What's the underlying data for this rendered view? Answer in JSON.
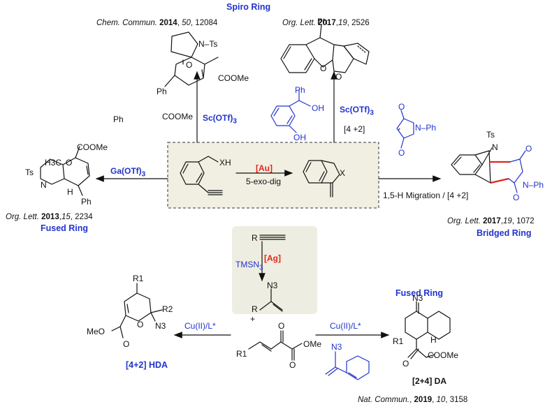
{
  "headings": {
    "spiro": "Spiro Ring",
    "fused_left": "Fused Ring",
    "bridged": "Bridged Ring",
    "fused_right": "Fused Ring",
    "hda": "[4+2] HDA",
    "da": "[2+4] DA"
  },
  "refs": {
    "spiro_left": {
      "journal": "Chem. Commun.",
      "year": "2014",
      "volume": "50",
      "page": "12084"
    },
    "spiro_right": {
      "journal": "Org. Lett.",
      "year": "2017",
      "volume": "19",
      "page": "2526"
    },
    "fused_left": {
      "journal": "Org. Lett.",
      "year": "2013",
      "volume": "15",
      "page": "2234"
    },
    "bridged": {
      "journal": "Org. Lett.",
      "year": "2017",
      "volume": "19",
      "page": "1072"
    },
    "bottom": {
      "journal": "Nat. Commun.",
      "year": "2019",
      "volume": "10",
      "page": "3158"
    }
  },
  "conditions": {
    "sc_left": "Sc(OTf)",
    "sc_right": "Sc(OTf)",
    "ga": "Ga(OTf)",
    "sub3": "3",
    "au": "[Au]",
    "exo": "5-exo-dig",
    "four_two": "[4 +2]",
    "migration": "1,5-H Migration / [4 +2]",
    "ag": "[Ag]",
    "tms": "TMSN",
    "cu_left": "Cu(II)/L*",
    "cu_right": "Cu(II)/L*",
    "plus": "+"
  },
  "atoms": {
    "ts": "Ts",
    "n_ts": "N–Ts",
    "coome": "COOMe",
    "ph": "Ph",
    "xh": "XH",
    "x": "X",
    "oh": "OH",
    "o": "O",
    "n": "N",
    "n_ph": "N–Ph",
    "h3c": "H3C",
    "h": "H",
    "r": "R",
    "r1": "R1",
    "r2": "R2",
    "n3": "N3",
    "meo": "MeO",
    "ome": "OMe"
  }
}
